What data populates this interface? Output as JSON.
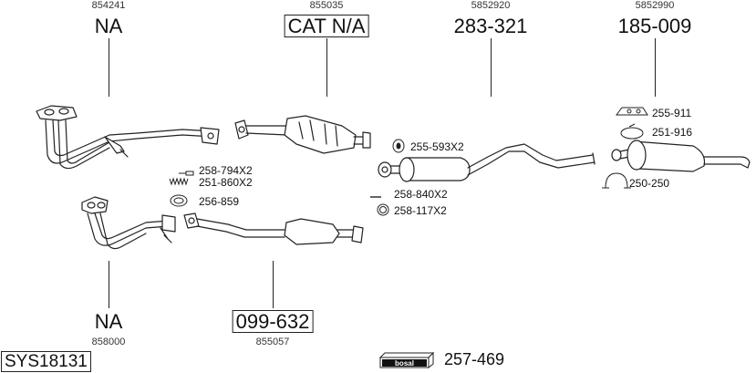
{
  "diagram": {
    "system_code": "SYS18131",
    "brand": {
      "logo_text": "bosal",
      "part_number": "257-469"
    },
    "parts": [
      {
        "id": "front-pipe-upper",
        "oe_number": "854241",
        "part_number": "NA",
        "boxed": false
      },
      {
        "id": "catalytic-converter-upper",
        "oe_number": "855035",
        "part_number": "CAT N/A",
        "boxed": true
      },
      {
        "id": "middle-silencer",
        "oe_number": "5852920",
        "part_number": "283-321",
        "boxed": false
      },
      {
        "id": "rear-silencer",
        "oe_number": "5852990",
        "part_number": "185-009",
        "boxed": false
      },
      {
        "id": "front-pipe-lower",
        "oe_number": "858000",
        "part_number": "NA",
        "boxed": false
      },
      {
        "id": "catalytic-converter-lower",
        "oe_number": "855057",
        "part_number": "099-632",
        "boxed": true
      }
    ],
    "accessories": [
      {
        "part_number": "258-794X2",
        "icon": "bolt-icon"
      },
      {
        "part_number": "251-860X2",
        "icon": "spring-icon"
      },
      {
        "part_number": "256-859",
        "icon": "gasket-ring-icon"
      },
      {
        "part_number": "255-593X2",
        "icon": "rubber-mount-icon"
      },
      {
        "part_number": "258-840X2",
        "icon": "bolt-icon"
      },
      {
        "part_number": "258-117X2",
        "icon": "seal-ring-icon"
      },
      {
        "part_number": "255-911",
        "icon": "hanger-bracket-icon"
      },
      {
        "part_number": "251-916",
        "icon": "clamp-icon"
      },
      {
        "part_number": "250-250",
        "icon": "u-clamp-icon"
      }
    ]
  }
}
